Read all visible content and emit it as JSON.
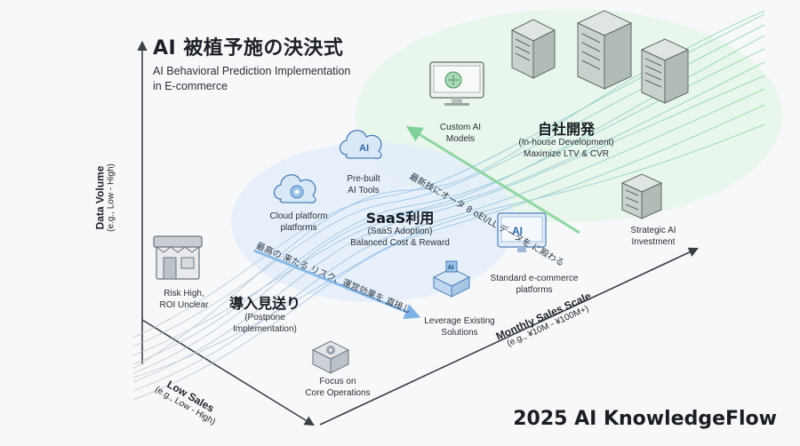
{
  "title": {
    "main": "AI 被植予施の決決式",
    "sub_line1": "AI Behavioral Prediction Implementation",
    "sub_line2": "in E-commerce"
  },
  "axes": {
    "y_label": "Data Volume",
    "y_range": "(e.g., Low - High)",
    "x_low_label": "Low Sales",
    "x_low_range": "(e.g., Low - High)",
    "x_label": "Monthly Sales Scale",
    "x_range": "(e.g., ¥10M - ¥100M+)"
  },
  "approaches": {
    "postpone": {
      "title": "導入見送り",
      "sub1": "(Postpone",
      "sub2": "Implementation)"
    },
    "saas": {
      "title": "SaaS利用",
      "sub1": "(SaaS Adoption)",
      "sub2": "Balanced Cost & Reward"
    },
    "inhouse": {
      "title": "自社開発",
      "sub1": "(In-house Development)",
      "sub2": "Maximize LTV & CVR"
    }
  },
  "items": {
    "risk1": "Risk High,",
    "risk2": "ROI Unclear",
    "focus1": "Focus on",
    "focus2": "Core Operations",
    "cloud1": "Cloud platform",
    "cloud2": "platforms",
    "prebuilt1": "Pre-built",
    "prebuilt2": "AI Tools",
    "custom1": "Custom AI",
    "custom2": "Models",
    "standard1": "Standard e-commerce",
    "standard2": "platforms",
    "leverage1": "Leverage Existing",
    "leverage2": "Solutions",
    "strategic1": "Strategic AI",
    "strategic2": "Investment"
  },
  "ribbons": {
    "upper": "最新技にオータ 8 oEI/LL データを に殿わる",
    "lower": "最高の 来たる リスク、運営効果を 直接し"
  },
  "icon_names": [
    "storefront-icon",
    "gear-box-icon",
    "cloud-gear-icon",
    "cloud-ai-icon",
    "monitor-brain-icon",
    "server-rack-icon",
    "monitor-ai-icon",
    "stacked-boxes-icon",
    "server-stack-icon"
  ],
  "colors": {
    "gray_flow": "#b9bdc2",
    "blue_flow": "#7fb3e6",
    "green_flow": "#8fd9a4",
    "accent_blue": "#3b82c4",
    "accent_green": "#3fae5a"
  },
  "brand": "2025 AI KnowledgeFlow"
}
